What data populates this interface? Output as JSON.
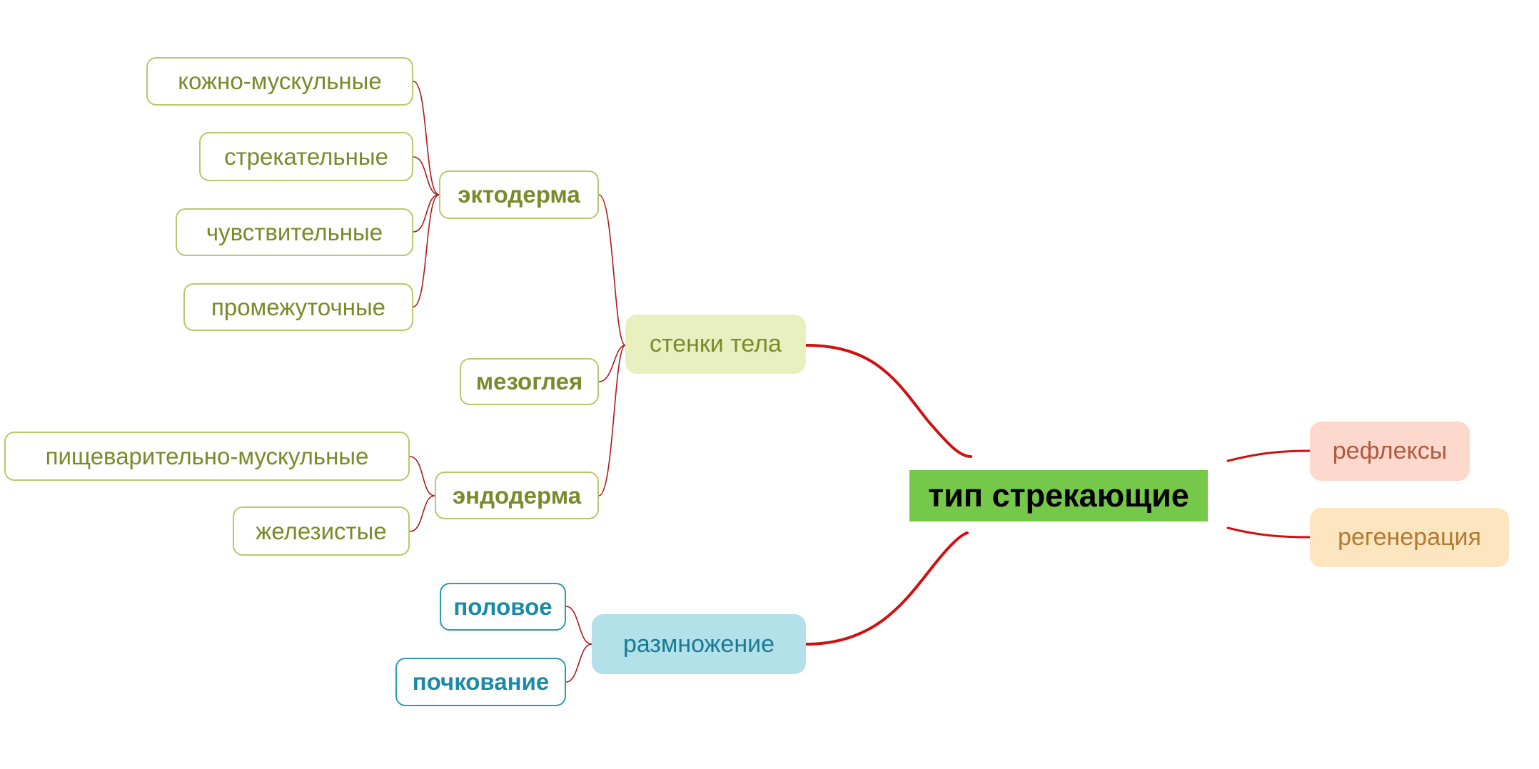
{
  "center": {
    "label": "тип стрекающие",
    "color": "#76c84a"
  },
  "branches": {
    "walls": {
      "label": "стенки тела",
      "color": "#e8f0c0",
      "ectoderm": {
        "label": "эктодерма",
        "children": [
          "кожно-мускульные",
          "стрекательные",
          "чувствительные",
          "промежуточные"
        ]
      },
      "mesoglea": {
        "label": "мезоглея"
      },
      "endoderm": {
        "label": "эндодерма",
        "children": [
          "пищеварительно-мускульные",
          "железистые"
        ]
      }
    },
    "reproduction": {
      "label": "размножение",
      "color": "#b3e1ea",
      "children": [
        "половое",
        "почкование"
      ]
    },
    "reflexes": {
      "label": "рефлексы",
      "color": "#fdd8cc"
    },
    "regeneration": {
      "label": "регенерация",
      "color": "#fde5c0"
    }
  }
}
